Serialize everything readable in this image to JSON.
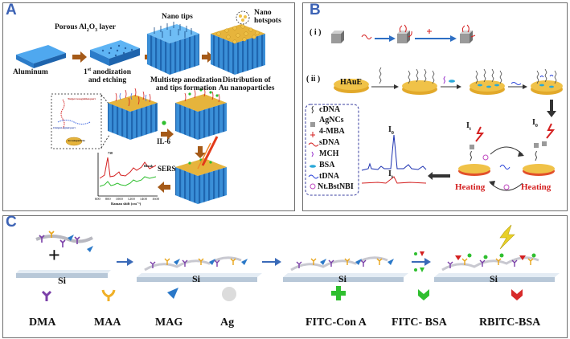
{
  "panels": {
    "A": {
      "label": "A",
      "aluminum": "Aluminum",
      "porous_layer": "Porous Al",
      "porous_layer_sub": "2",
      "porous_layer_mid": "O",
      "porous_layer_sub2": "3",
      "porous_layer_end": " layer",
      "step1_line1": "1",
      "step1_sup": "st",
      "step1_line1b": " anodization",
      "step1_line2": "and etching",
      "nano_tips": "Nano tips",
      "step2_line1": "Multistep anodization",
      "step2_line2": "and tips formation",
      "nano_hotspots_line1": "Nano",
      "nano_hotspots_line2": "hotspots",
      "distribution_line1": "Distribution of",
      "distribution_line2": "Au nanoparticles",
      "il6": "IL-6",
      "sers": "SERS",
      "raman_xlabel": "Raman shift (cm⁻¹)",
      "raman_ticks": [
        "600",
        "800",
        "1000",
        "1200",
        "1400",
        "1600"
      ],
      "raman_peak": "738",
      "raman_blank": "Blank",
      "inset_target": "Target recognition part",
      "inset_output": "Output signal part",
      "inset_au": "Au nanoparticles"
    },
    "B": {
      "label": "B",
      "row_i": "( i )",
      "row_ii": "( ii )",
      "haue": "HAuE",
      "legend": [
        "cDNA",
        "AgNCs",
        "4-MBA",
        "sDNA",
        "MCH",
        "BSA",
        "tDNA",
        "Nt.BstNBI"
      ],
      "heating_left": "Heating",
      "heating_right": "Heating",
      "i0_spec": "I",
      "i0_spec_sub": "0",
      "it_spec": "I",
      "it_spec_sub": "t",
      "it_top": "I",
      "it_top_sub": "t",
      "i0_top": "I",
      "i0_top_sub": "0"
    },
    "C": {
      "label": "C",
      "si_labels": [
        "Si",
        "Si",
        "Si",
        "Si"
      ],
      "plus": "+",
      "legend": [
        "DMA",
        "MAA",
        "MAG",
        "Ag",
        "FITC-Con A",
        "FITC- BSA",
        "RBITC-BSA"
      ]
    }
  },
  "colors": {
    "accent": "#3d63b5",
    "alumina": "#3a8fd8",
    "gold": "#e6b43c",
    "heating": "#d42020",
    "legend_green": "#2fbf2f",
    "legend_red": "#d72a2a",
    "arrow_brown": "#a55a18",
    "arrow_blue": "#2e6fc4"
  }
}
